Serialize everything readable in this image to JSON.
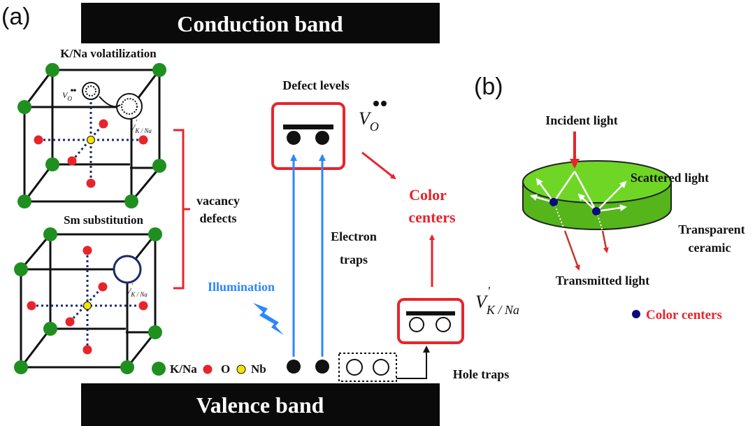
{
  "panels": {
    "a": "(a)",
    "b": "(b)"
  },
  "bands": {
    "conduction": "Conduction band",
    "valence": "Valence band"
  },
  "lattice": {
    "top_title": "K/Na volatilization",
    "bottom_title": "Sm substitution",
    "vo_label_base": "V",
    "vo_label_sub": "O",
    "vk_label_base": "V",
    "vk_label_sub": "K / Na",
    "vacancy_label_line1": "vacancy",
    "vacancy_label_line2": "defects"
  },
  "legend": {
    "kna": "K/Na",
    "o": "O",
    "nb": "Nb"
  },
  "defects": {
    "defect_levels": "Defect levels",
    "vo_base": "V",
    "vo_sub": "O",
    "electron_traps_line1": "Electron",
    "electron_traps_line2": "traps",
    "color_centers_line1": "Color",
    "color_centers_line2": "centers",
    "illumination": "Illumination",
    "vk_base": "V",
    "vk_sub": "K / Na",
    "hole_traps": "Hole traps"
  },
  "ceramic": {
    "incident": "Incident light",
    "scattered": "Scattered light",
    "transparent_line1": "Transparent",
    "transparent_line2": "ceramic",
    "transmitted": "Transmitted light",
    "color_centers_legend": "Color centers"
  },
  "colors": {
    "band": "#0a0a0a",
    "kna_atom": "#1f8f1f",
    "o_atom": "#e8242b",
    "nb_atom": "#f6e200",
    "accent_red": "#e8242b",
    "arrow_blue": "#2e86ff",
    "ceramic_green": "#66cc1f",
    "color_center": "#0b0b7a"
  }
}
